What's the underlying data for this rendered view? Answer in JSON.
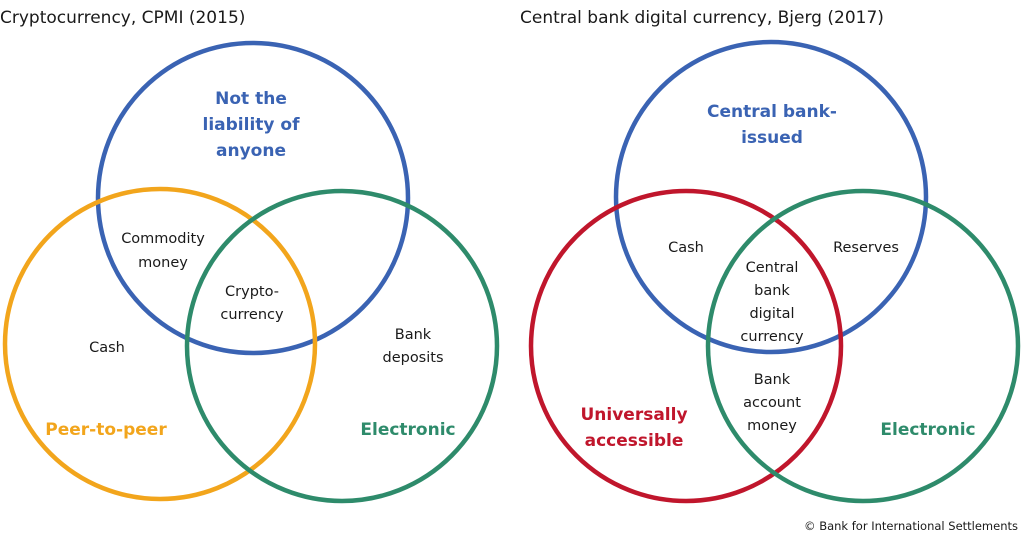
{
  "colors": {
    "blue": "#3a63b3",
    "orange": "#f2a51c",
    "green": "#2e8b6b",
    "red": "#c0162c",
    "text": "#1a1a1a"
  },
  "left_diagram": {
    "title": "Cryptocurrency, CPMI (2015)",
    "circles": [
      {
        "name": "Not the liability of anyone",
        "color": "blue"
      },
      {
        "name": "Peer-to-peer",
        "color": "orange"
      },
      {
        "name": "Electronic",
        "color": "green"
      }
    ],
    "set_labels": {
      "top": [
        "Not the",
        "liability of",
        "anyone"
      ],
      "left": [
        "Peer-to-peer"
      ],
      "right": [
        "Electronic"
      ]
    },
    "regions": {
      "top_left": [
        "Commodity",
        "money"
      ],
      "center": [
        "Crypto-",
        "currency"
      ],
      "left_only": [
        "Cash"
      ],
      "right_only": [
        "Bank",
        "deposits"
      ]
    }
  },
  "right_diagram": {
    "title": "Central bank digital currency, Bjerg (2017)",
    "circles": [
      {
        "name": "Central bank-issued",
        "color": "blue"
      },
      {
        "name": "Universally accessible",
        "color": "red"
      },
      {
        "name": "Electronic",
        "color": "green"
      }
    ],
    "set_labels": {
      "top": [
        "Central bank-",
        "issued"
      ],
      "left": [
        "Universally",
        "accessible"
      ],
      "right": [
        "Electronic"
      ]
    },
    "regions": {
      "top_left": [
        "Cash"
      ],
      "top_right": [
        "Reserves"
      ],
      "center": [
        "Central",
        "bank",
        "digital",
        "currency"
      ],
      "bottom_center": [
        "Bank",
        "account",
        "money"
      ]
    }
  },
  "credit": "© Bank for International Settlements"
}
